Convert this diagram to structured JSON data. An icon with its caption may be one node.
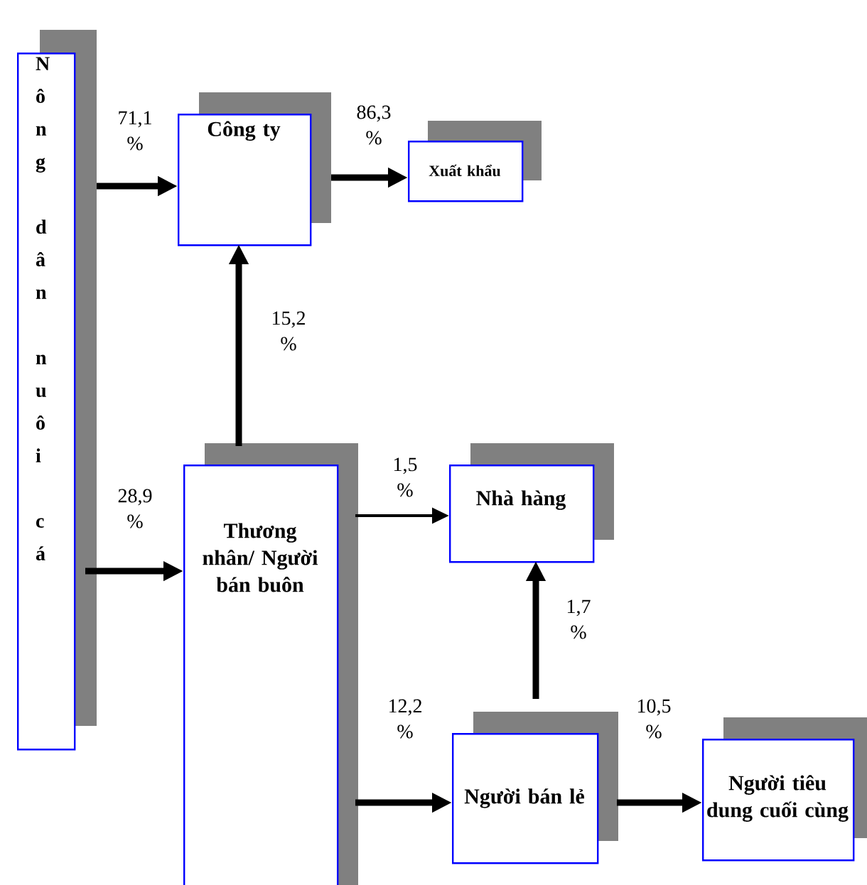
{
  "diagram": {
    "nodes": [
      {
        "text": [
          "Nông dân nuôi cá"
        ]
      },
      {
        "text": [
          "Công ty"
        ]
      },
      {
        "text": [
          "Xuất khẩu"
        ]
      },
      {
        "text": [
          "Thương nhân/ Người bán buôn"
        ]
      },
      {
        "text": [
          "Nhà hàng"
        ]
      },
      {
        "text": [
          "Người bán lẻ"
        ]
      },
      {
        "text": [
          "Người tiêu dung cuối cùng"
        ]
      }
    ],
    "edges": [
      {
        "from": 0,
        "to": 1,
        "arrow": "to",
        "label": "71,1 %"
      },
      {
        "from": 1,
        "to": 2,
        "arrow": "to",
        "label": "86,3 %"
      },
      {
        "from": 3,
        "to": 1,
        "arrow": "to",
        "label": "15,2 %"
      },
      {
        "from": 0,
        "to": 3,
        "arrow": "to",
        "label": "28,9 %"
      },
      {
        "from": 3,
        "to": 4,
        "arrow": "to",
        "label": "1,5 %"
      },
      {
        "from": 3,
        "to": 5,
        "arrow": "to",
        "label": "12,2 %"
      },
      {
        "from": 5,
        "to": 4,
        "arrow": "to",
        "label": "1,7 %"
      },
      {
        "from": 5,
        "to": 6,
        "arrow": "to",
        "label": "10,5 %"
      }
    ]
  }
}
